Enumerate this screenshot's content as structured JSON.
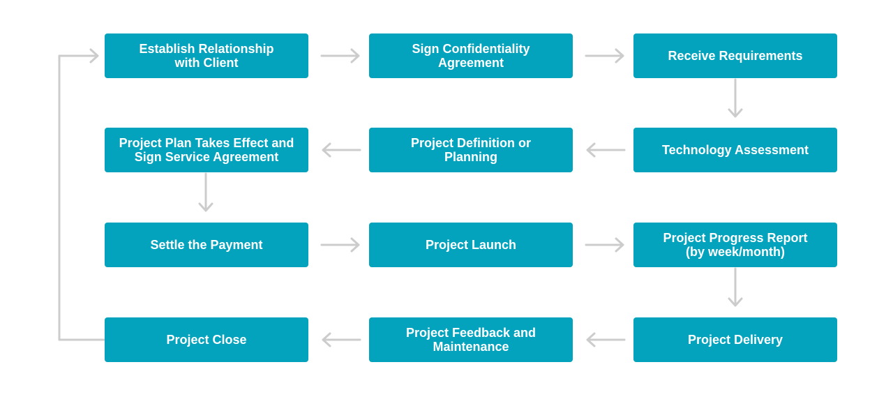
{
  "colors": {
    "box": "#03a3bd",
    "text": "#ffffff",
    "arrow": "#cccccc",
    "background": "#ffffff"
  },
  "steps": [
    "Establish Relationship\nwith Client",
    "Sign Confidentiality\nAgreement",
    "Receive Requirements",
    "Project Plan Takes Effect and\nSign Service Agreement",
    "Project Definition or\nPlanning",
    "Technology Assessment",
    "Settle the Payment",
    "Project Launch",
    "Project Progress Report\n(by week/month)",
    "Project Close",
    "Project Feedback and\nMaintenance",
    "Project Delivery"
  ]
}
